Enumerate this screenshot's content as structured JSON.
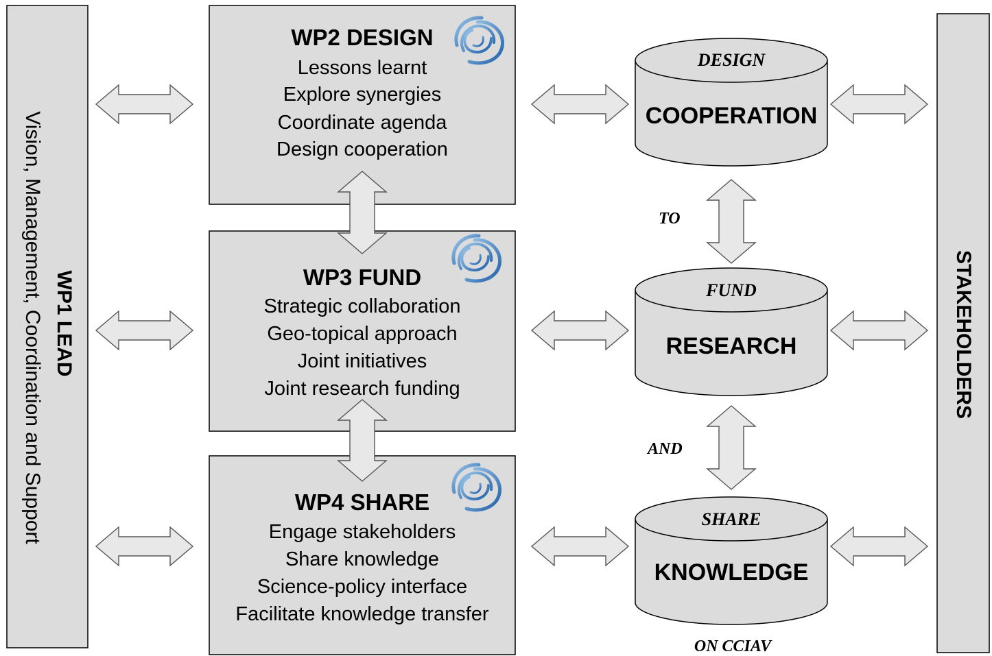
{
  "wp1": {
    "title": "WP1 LEAD",
    "subtitle": "Vision, Management, Coordination and Support"
  },
  "stakeholders": {
    "label": "STAKEHOLDERS"
  },
  "wp2": {
    "title": "WP2 DESIGN",
    "items": [
      "Lessons learnt",
      "Explore synergies",
      "Coordinate agenda",
      "Design cooperation"
    ]
  },
  "wp3": {
    "title": "WP3 FUND",
    "items": [
      "Strategic collaboration",
      "Geo-topical approach",
      "Joint initiatives",
      "Joint research funding"
    ]
  },
  "wp4": {
    "title": "WP4 SHARE",
    "items": [
      "Engage stakeholders",
      "Share knowledge",
      "Science-policy interface",
      "Facilitate knowledge transfer"
    ]
  },
  "cylinders": [
    {
      "verb": "DESIGN",
      "noun": "COOPERATION"
    },
    {
      "verb": "FUND",
      "noun": "RESEARCH"
    },
    {
      "verb": "SHARE",
      "noun": "KNOWLEDGE"
    }
  ],
  "connectors": {
    "to": "TO",
    "and": "AND",
    "on": "ON CCIAV"
  },
  "colors": {
    "box_fill": "#dcdcdc",
    "arrow_fill": "#e8e8e8",
    "logo_blue": "#1f6fb5"
  }
}
